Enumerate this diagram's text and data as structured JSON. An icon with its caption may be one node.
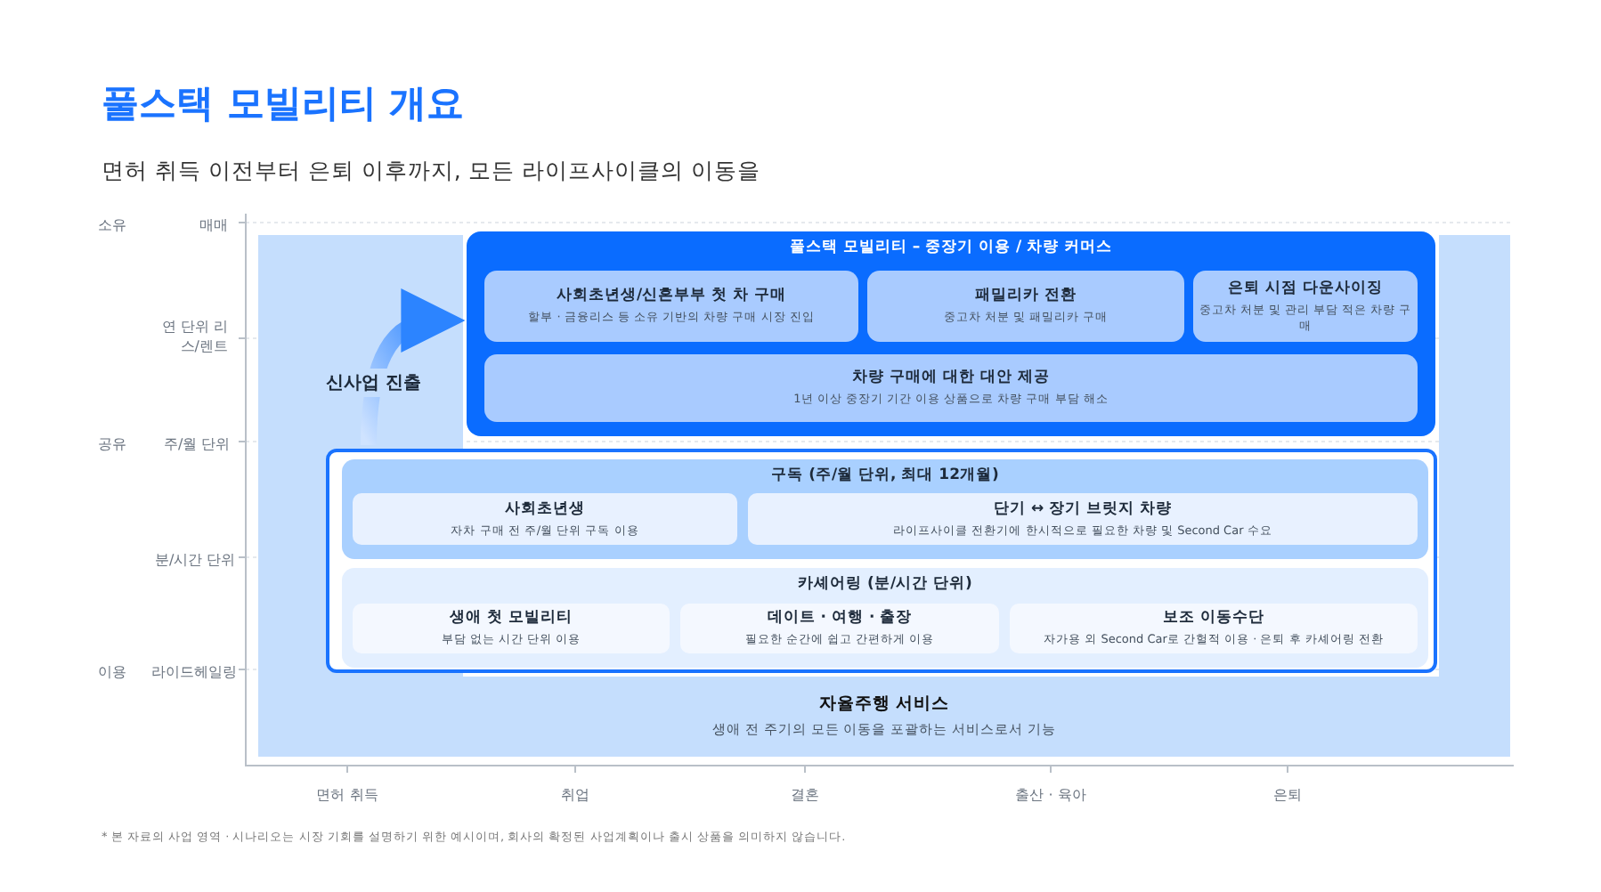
{
  "diagram": {
    "title": "풀스택 모빌리티 개요",
    "nodes": [
      {
        "text": [
          "풀스택 모빌리티 – 중장기 이용 / 차량 커머스"
        ]
      },
      {
        "text": [
          "사회초년생/신혼부부 첫 차 구매",
          "할부 · 금융리스 등 소유 기반의 차량 구매 시장 진입"
        ],
        "in": 0
      },
      {
        "text": [
          "패밀리카 전환",
          "중고차 처분 및 패밀리카 구매"
        ],
        "in": 0
      },
      {
        "text": [
          "은퇴 시점 다운사이징",
          "중고차 처분 및 관리 부담 적은 차량 구매"
        ],
        "in": 0
      },
      {
        "text": [
          "차량 구매에 대한 대안 제공",
          "1년 이상 중장기 기간 이용 상품으로 차량 구매 부담 해소"
        ],
        "in": 0
      },
      {
        "text": [],
        "shape": "box"
      },
      {
        "text": [
          "구독 (주/월 단위, 최대 12개월)"
        ],
        "in": 5
      },
      {
        "text": [
          "사회초년생",
          "자차 구매 전 주/월 단위 구독 이용"
        ],
        "in": 6
      },
      {
        "text": [
          "단기 ↔ 장기 브릿지 차량",
          "라이프사이클 전환기에 한시적으로 필요한 차량 및 Second Car 수요"
        ],
        "in": 6
      },
      {
        "text": [
          "카셰어링 (분/시간 단위)"
        ],
        "in": 5
      },
      {
        "text": [
          "생애 첫 모빌리티",
          "부담 없는 시간 단위 이용"
        ],
        "in": 9
      },
      {
        "text": [
          "데이트 · 여행 · 출장",
          "필요한 순간에 쉽고 간편하게 이용"
        ],
        "in": 9
      },
      {
        "text": [
          "보조 이동수단",
          "자가용 외 Second Car로 간헐적 이용 · 은퇴 후 카셰어링 전환"
        ],
        "in": 9
      },
      {
        "text": [
          "자율주행 서비스",
          "생애 전 주기의 모든 이동을 포괄하는 서비스로서 기능"
        ]
      }
    ],
    "edges": [
      {
        "from": 5,
        "to": 0,
        "arrow": "to",
        "label": "신사업 진출"
      }
    ],
    "labels": [
      "면허 취득 이전부터 은퇴 이후까지, 모든 라이프사이클의 이동을",
      "소유",
      "매매",
      "연 단위 리스/렌트",
      "공유",
      "주/월 단위",
      "분/시간 단위",
      "이용",
      "라이드헤일링",
      "면허 취득",
      "취업",
      "결혼",
      "출산 · 육아",
      "은퇴",
      "* 본 자료의 사업 영역 · 시나리오는 시장 기회를 설명하기 위한 예시이며, 회사의 확정된 사업계획이나 출시 상품을 의미하지 않습니다."
    ]
  }
}
